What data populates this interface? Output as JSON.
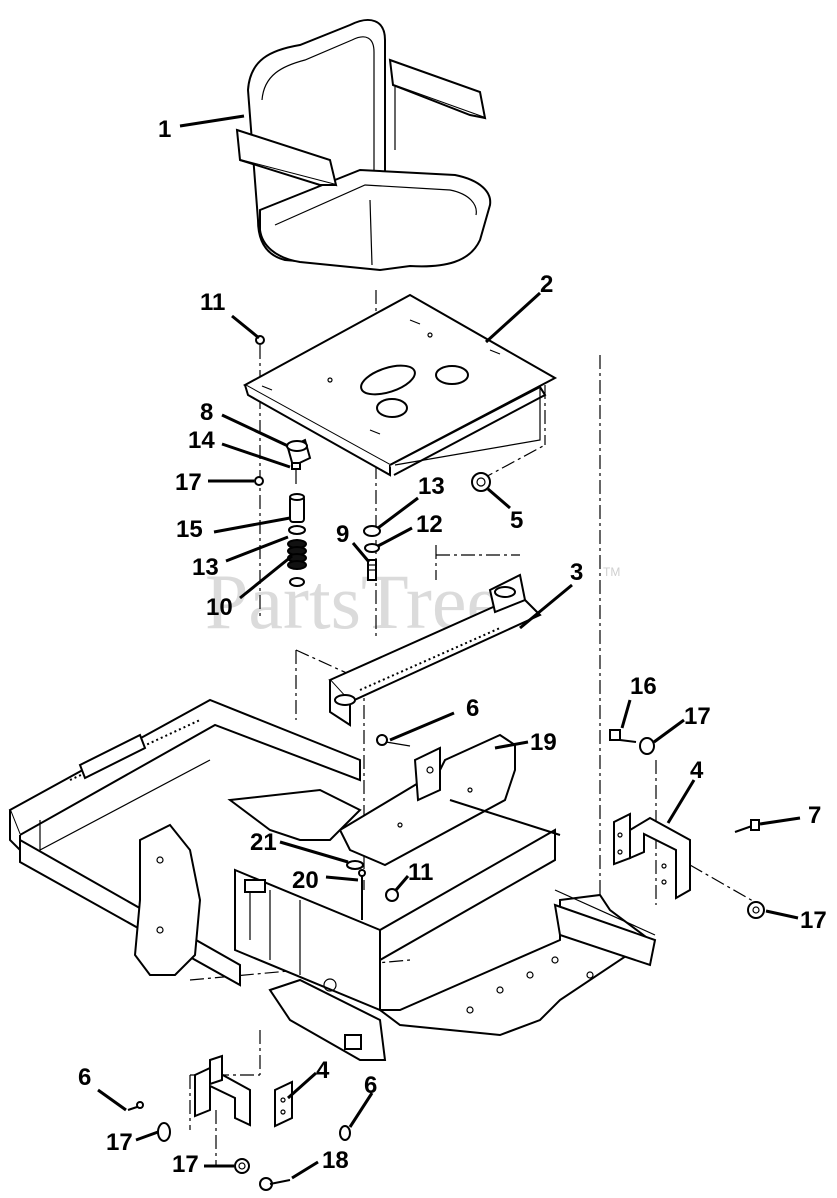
{
  "watermark": {
    "text": "PartsTree",
    "trademark": "TM"
  },
  "callouts": [
    {
      "id": "c1",
      "label": "1"
    },
    {
      "id": "c2",
      "label": "2"
    },
    {
      "id": "c11a",
      "label": "11"
    },
    {
      "id": "c8",
      "label": "8"
    },
    {
      "id": "c14",
      "label": "14"
    },
    {
      "id": "c17a",
      "label": "17"
    },
    {
      "id": "c15",
      "label": "15"
    },
    {
      "id": "c13a",
      "label": "13"
    },
    {
      "id": "c10",
      "label": "10"
    },
    {
      "id": "c13b",
      "label": "13"
    },
    {
      "id": "c12",
      "label": "12"
    },
    {
      "id": "c9",
      "label": "9"
    },
    {
      "id": "c5",
      "label": "5"
    },
    {
      "id": "c3",
      "label": "3"
    },
    {
      "id": "c6a",
      "label": "6"
    },
    {
      "id": "c19",
      "label": "19"
    },
    {
      "id": "c16",
      "label": "16"
    },
    {
      "id": "c17b",
      "label": "17"
    },
    {
      "id": "c4a",
      "label": "4"
    },
    {
      "id": "c7",
      "label": "7"
    },
    {
      "id": "c17c",
      "label": "17"
    },
    {
      "id": "c21",
      "label": "21"
    },
    {
      "id": "c20",
      "label": "20"
    },
    {
      "id": "c11b",
      "label": "11"
    },
    {
      "id": "c6b",
      "label": "6"
    },
    {
      "id": "c4b",
      "label": "4"
    },
    {
      "id": "c6c",
      "label": "6"
    },
    {
      "id": "c17d",
      "label": "17"
    },
    {
      "id": "c17e",
      "label": "17"
    },
    {
      "id": "c18",
      "label": "18"
    }
  ]
}
